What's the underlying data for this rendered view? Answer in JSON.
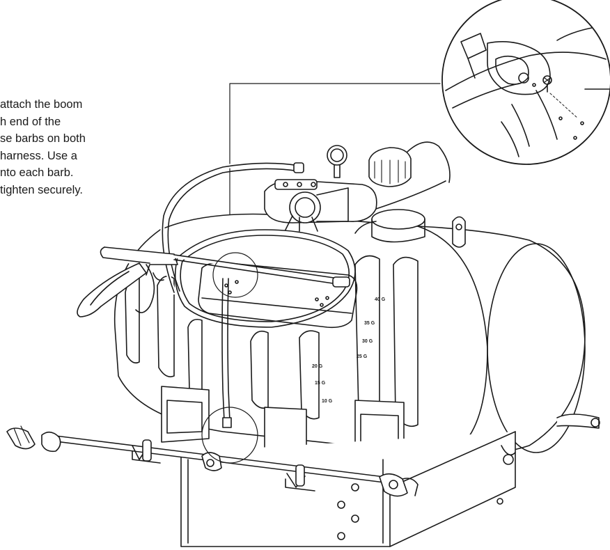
{
  "instructions": {
    "lines": [
      "attach the boom",
      "h end of the",
      "se barbs on both",
      "harness. Use a",
      "nto each barb.",
      "tighten securely."
    ]
  },
  "tank_markings": {
    "gallons": [
      "40 G",
      "35 G",
      "30 G",
      "25 G",
      "20 G",
      "15 G",
      "10 G"
    ]
  },
  "colors": {
    "line": "#1a1a1a",
    "background": "#ffffff"
  }
}
